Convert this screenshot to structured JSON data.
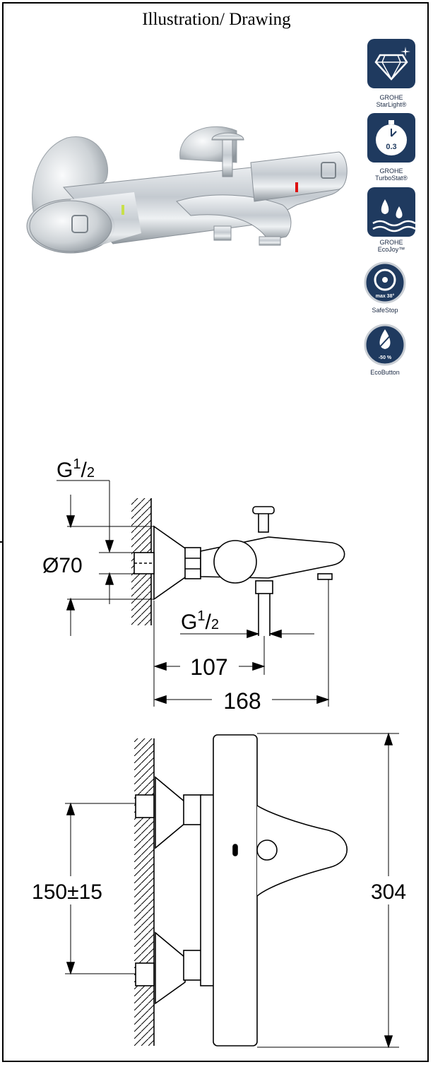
{
  "title": "Illustration/ Drawing",
  "badges": {
    "starlight": {
      "line1": "GROHE",
      "line2": "StarLight®",
      "icon": "diamond-icon",
      "color": "#1f3a5f"
    },
    "turbostat": {
      "line1": "GROHE",
      "line2": "TurboStat®",
      "icon": "stopwatch-icon",
      "value": "0.3",
      "color": "#1f3a5f"
    },
    "ecojoy": {
      "line1": "GROHE",
      "line2": "EcoJoy™",
      "icon": "water-drops-icon",
      "color": "#1f3a5f"
    },
    "safestop": {
      "label": "SafeStop",
      "value": "max 38°",
      "icon": "temperature-dial-icon",
      "color": "#1f3a5f"
    },
    "ecobutton": {
      "label": "EcoButton",
      "value": "-50 %",
      "icon": "eco-drop-icon",
      "color": "#1f3a5f"
    }
  },
  "side_view": {
    "thread_top": {
      "base": "G",
      "num": "1",
      "den": "2"
    },
    "diameter": "Ø70",
    "thread_bottom": {
      "base": "G",
      "num": "1",
      "den": "2"
    },
    "dim_107": "107",
    "dim_168": "168"
  },
  "front_view": {
    "spacing": "150±15",
    "height": "304"
  }
}
